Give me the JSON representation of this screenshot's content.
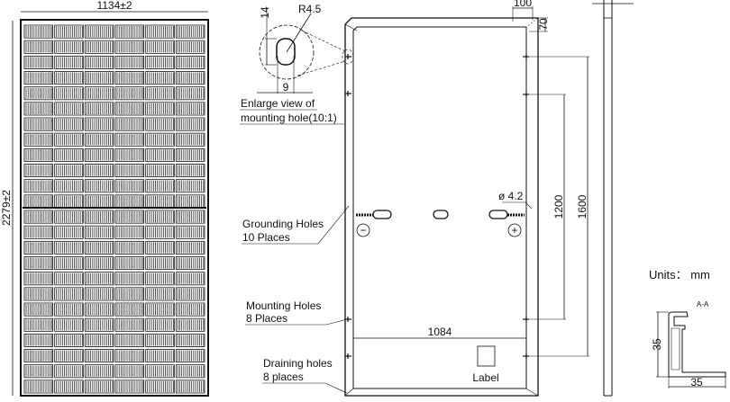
{
  "front_view": {
    "width_dim": "1134±2",
    "height_dim": "2279±2",
    "cell_columns": 6,
    "cell_rows": 24
  },
  "detail": {
    "radius": "R4.5",
    "height": "14",
    "width": "9",
    "caption_line1": "Enlarge view of",
    "caption_line2": "mounting hole(10:1)"
  },
  "back_view": {
    "dim_top_offset": "100",
    "dim_top_gap": "70",
    "dim_hole_diameter": "ø 4.2",
    "dim_1200": "1200",
    "dim_1600": "1600",
    "dim_1084": "1084",
    "label_text": "Label",
    "negative_symbol": "−",
    "positive_symbol": "+",
    "grounding_label_1": "Grounding Holes",
    "grounding_label_2": "10 Places",
    "mounting_label_1": "Mounting Holes",
    "mounting_label_2": "8 Places",
    "draining_label_1": "Draining holes",
    "draining_label_2": "8 places"
  },
  "section": {
    "units": "Units： mm",
    "title": "A-A",
    "height_dim": "35",
    "width_dim": "35"
  }
}
